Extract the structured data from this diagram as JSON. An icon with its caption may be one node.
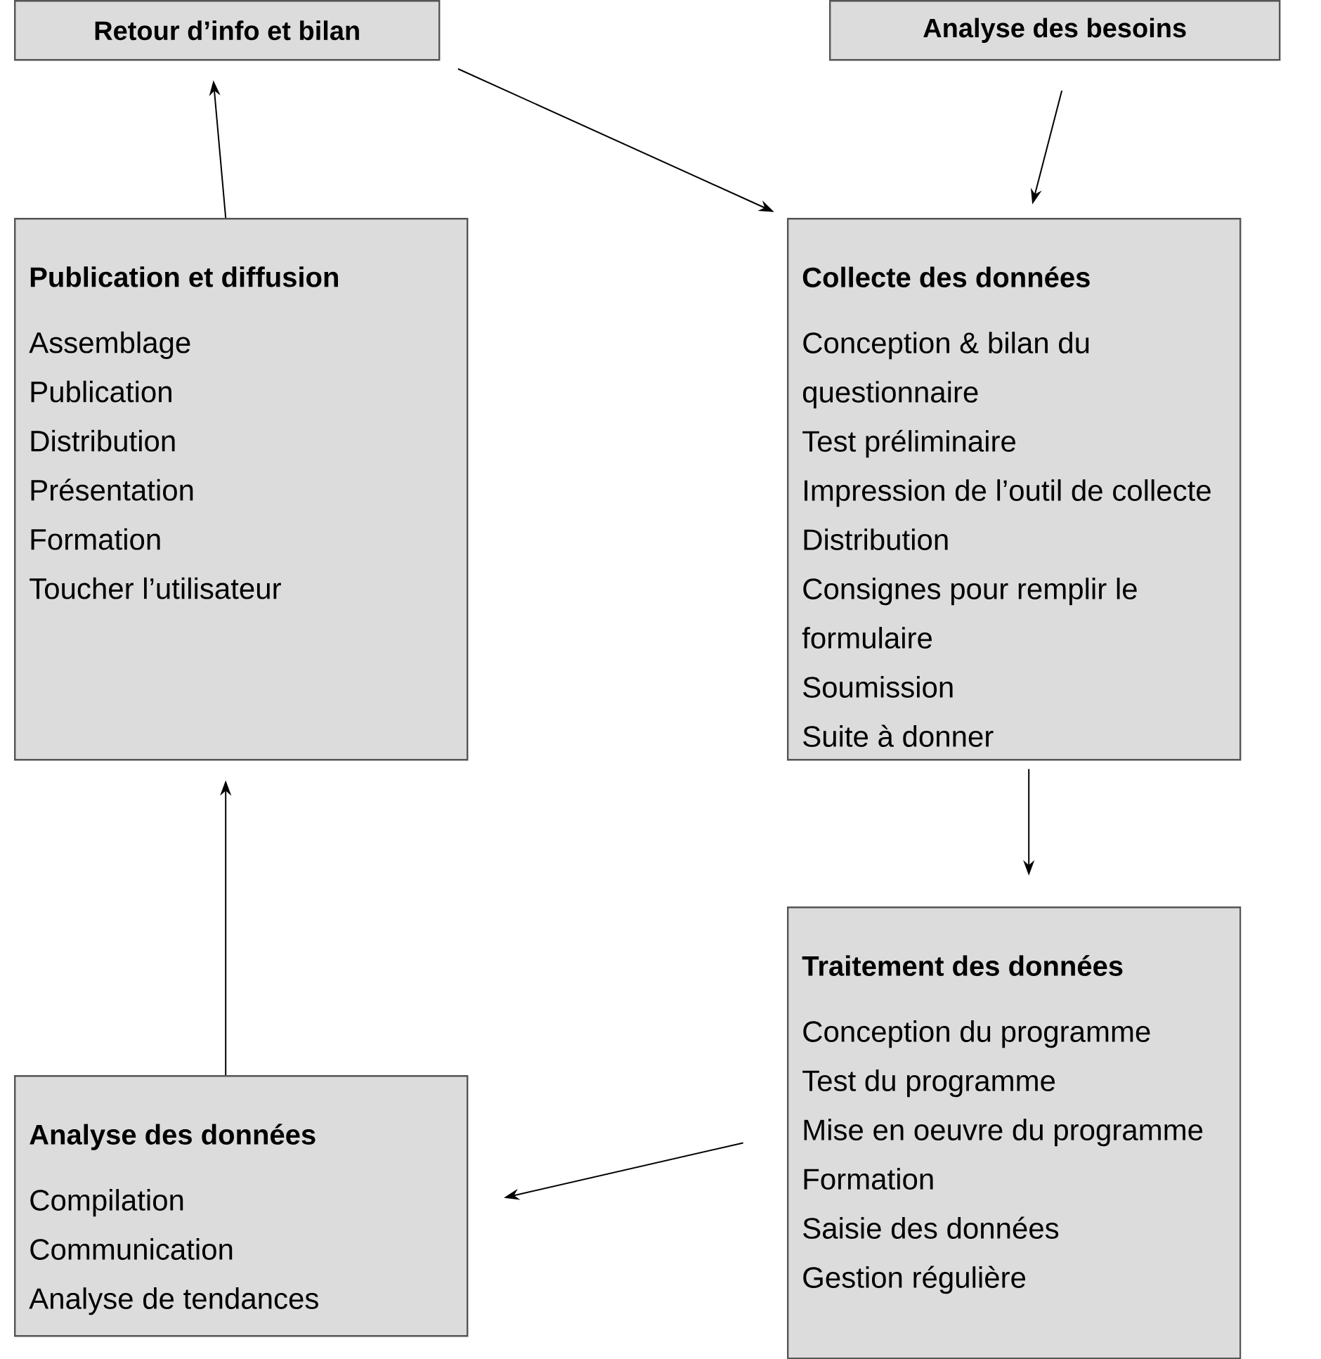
{
  "diagram": {
    "nodes": [
      {
        "text": [
          "Retour d’info et bilan"
        ]
      },
      {
        "text": [
          "Analyse des besoins"
        ]
      },
      {
        "text": [
          "Publication et diffusion",
          "Assemblage",
          "Publication",
          "Distribution",
          "Présentation",
          "Formation",
          "Toucher l’utilisateur"
        ]
      },
      {
        "text": [
          "Collecte des données",
          "Conception & bilan du questionnaire",
          "Test préliminaire",
          "Impression de l’outil de collecte",
          "Distribution",
          "Consignes pour remplir le formulaire",
          "Soumission",
          "Suite à donner"
        ]
      },
      {
        "text": [
          "Traitement des données",
          "Conception du programme",
          "Test du programme",
          "Mise en oeuvre du programme",
          "Formation",
          "Saisie des données",
          "Gestion régulière"
        ]
      },
      {
        "text": [
          "Analyse des données",
          "Compilation",
          "Communication",
          "Analyse de tendances"
        ]
      }
    ],
    "edges": [
      {
        "from": 2,
        "to": 0,
        "arrow": "to"
      },
      {
        "from": 0,
        "to": 3,
        "arrow": "to"
      },
      {
        "from": 1,
        "to": 3,
        "arrow": "to"
      },
      {
        "from": 3,
        "to": 4,
        "arrow": "to"
      },
      {
        "from": 4,
        "to": 5,
        "arrow": "to"
      },
      {
        "from": 5,
        "to": 2,
        "arrow": "to"
      }
    ]
  }
}
